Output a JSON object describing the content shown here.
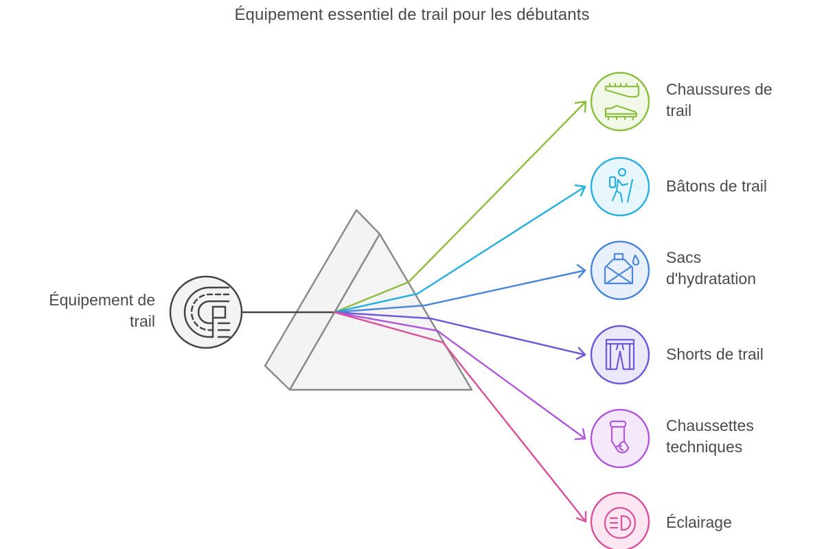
{
  "title": "Équipement essentiel de trail pour les débutants",
  "source": {
    "label_line1": "Équipement de",
    "label_line2": "trail",
    "icon": "trail-road-icon",
    "color": "#4a4a4a",
    "fill": "#f3f3f3"
  },
  "prism": {
    "fill": "#f3f3f3",
    "stroke": "#8a8a8a"
  },
  "items": [
    {
      "label_line1": "Chaussures de",
      "label_line2": "trail",
      "icon": "trail-shoes-icon",
      "color": "#8cbf3f",
      "fill": "#f1f8e8"
    },
    {
      "label_line1": "Bâtons de trail",
      "label_line2": "",
      "icon": "hiker-with-poles-icon",
      "color": "#29b0de",
      "fill": "#e6f6fc"
    },
    {
      "label_line1": "Sacs",
      "label_line2": "d'hydratation",
      "icon": "water-bottle-icon",
      "color": "#4a86d9",
      "fill": "#e8f0fb"
    },
    {
      "label_line1": "Shorts de trail",
      "label_line2": "",
      "icon": "shorts-icon",
      "color": "#7059d6",
      "fill": "#ece8fa"
    },
    {
      "label_line1": "Chaussettes",
      "label_line2": "techniques",
      "icon": "sock-icon",
      "color": "#b05ad9",
      "fill": "#f5e8fb"
    },
    {
      "label_line1": "Éclairage",
      "label_line2": "",
      "icon": "headlamp-icon",
      "color": "#d9529c",
      "fill": "#fbe6f1"
    }
  ]
}
